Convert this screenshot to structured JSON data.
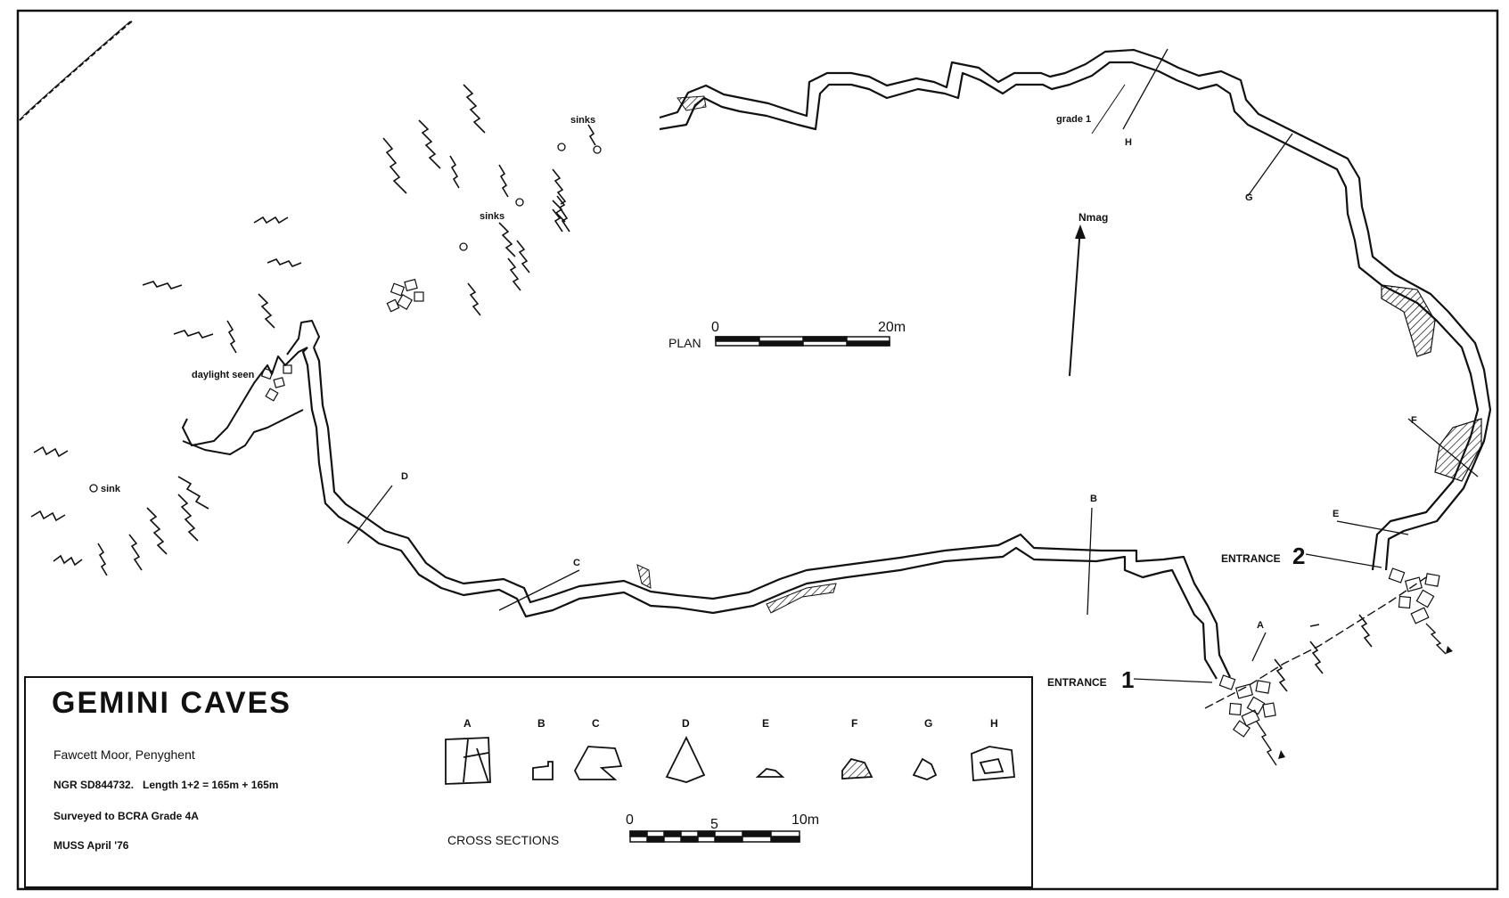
{
  "title": "GEMINI CAVES",
  "location": "Fawcett Moor, Penyghent",
  "ngr": "NGR SD844732.   Length 1+2 = 165m + 165m",
  "survey_grade": "Surveyed to BCRA Grade 4A",
  "credit": "MUSS April '76",
  "north_label": "Nmag",
  "plan": {
    "label": "PLAN",
    "scale_start": "0",
    "scale_end": "20m"
  },
  "cross_sections": {
    "label": "CROSS SECTIONS",
    "scale_start": "0",
    "scale_mid": "5",
    "scale_end": "10m",
    "letters": [
      "A",
      "B",
      "C",
      "D",
      "E",
      "F",
      "G",
      "H"
    ]
  },
  "features": {
    "sinks_1": "sinks",
    "sinks_2": "sinks",
    "sink": "sink",
    "daylight": "daylight seen",
    "grade": "grade 1"
  },
  "entrances": [
    {
      "label": "ENTRANCE",
      "number": "1"
    },
    {
      "label": "ENTRANCE",
      "number": "2"
    }
  ],
  "section_markers": [
    "A",
    "B",
    "C",
    "D",
    "E",
    "F",
    "G",
    "H"
  ],
  "colors": {
    "ink": "#111111",
    "paper": "#ffffff"
  }
}
